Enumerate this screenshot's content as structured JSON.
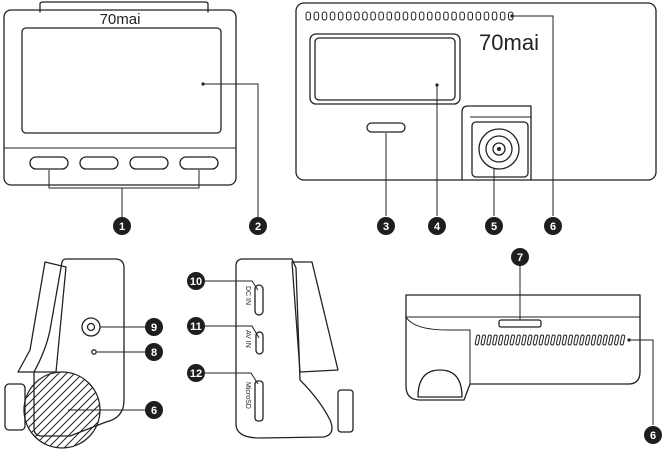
{
  "brand_front": "70mai",
  "brand_back": "70mai",
  "port_labels": {
    "dc_in": "DC IN",
    "av_in": "AV IN",
    "micro_sd": "MicroSD"
  },
  "callouts": {
    "c1": "1",
    "c2": "2",
    "c3": "3",
    "c4": "4",
    "c5": "5",
    "c6a": "6",
    "c7": "7",
    "c8": "8",
    "c9": "9",
    "c6b": "6",
    "c10": "10",
    "c11": "11",
    "c12": "12",
    "c6c": "6"
  }
}
